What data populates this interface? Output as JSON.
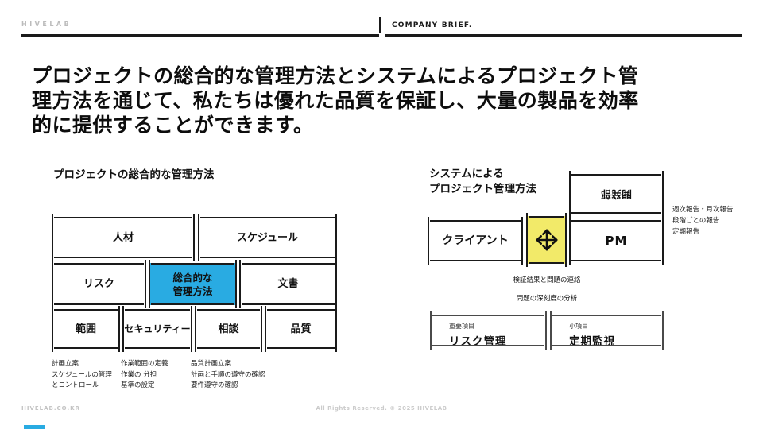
{
  "header": {
    "logo": "HIVELAB",
    "brief": "COMPANY BRIEF."
  },
  "heading": {
    "text": "プロジェクトの総合的な管理方法とシステムによるプロジェクト管\n理方法を通じて、私たちは優れた品質を保証し、大量の製品を効率\n的に提供することができます。"
  },
  "left_diagram": {
    "title": "プロジェクトの総合的な管理方法",
    "box_personnel": "人材",
    "box_schedule": "スケジュール",
    "box_risk": "リスク",
    "box_central": "総合的な\n管理方法",
    "box_document": "文書",
    "box_scope": "範囲",
    "box_security": "セキュリティー",
    "box_consult": "相談",
    "box_quality": "品質",
    "note_plan": "計画立案\nスケジュールの管理\nとコントロール",
    "note_scope": "作業範囲の定義\n作業の 分担\n基準の設定",
    "note_quality": "品質計画立案\n計画と手順の遵守の確認\n要件遵守の確認"
  },
  "right_diagram": {
    "title": "システムによる\nプロジェクト管理方法",
    "box_dev": "開発部",
    "box_client": "クライアント",
    "box_pm": "PM",
    "move_icon": "four-direction-arrow-icon",
    "note_reports": "週次報告・月次報告\n段階ごとの報告\n定期報告",
    "flow_note1": "検証結果と問題の連絡",
    "flow_note2": "問題の深刻度の分析",
    "bottom_boxes": [
      {
        "tag": "重要項目",
        "label": "リスク管理"
      },
      {
        "tag": "小項目",
        "label": "定期監視"
      }
    ]
  },
  "footer": {
    "left": "HIVELAB.CO.KR",
    "center": "All Rights Reserved. © 2025 HIVELAB"
  },
  "colors": {
    "accent_blue": "#29ABE2",
    "accent_yellow": "#F2EA69"
  }
}
